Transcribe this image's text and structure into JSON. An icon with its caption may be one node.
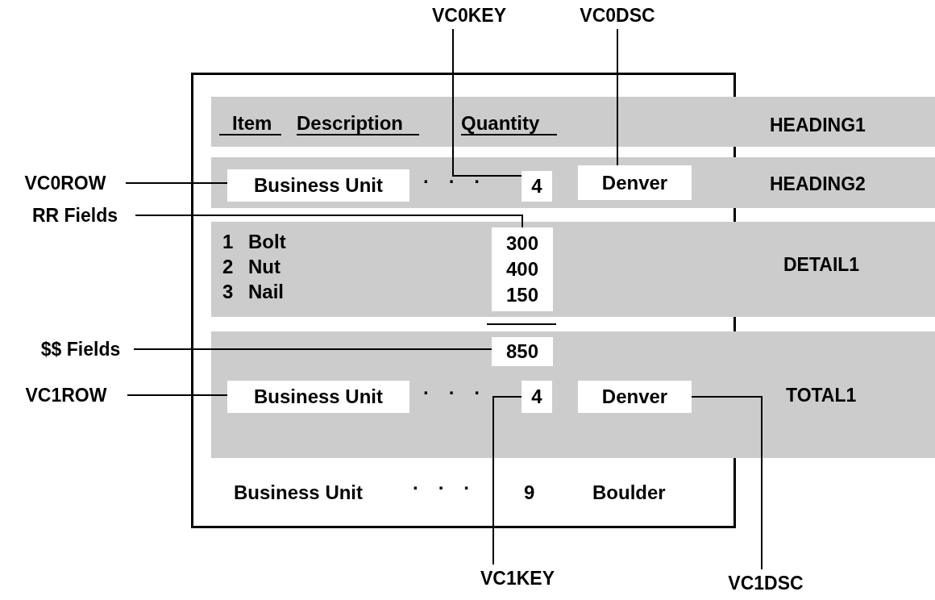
{
  "diagram": {
    "nodes": [
      {
        "text": [
          "VC0KEY"
        ]
      },
      {
        "text": [
          "VC0DSC"
        ]
      },
      {
        "text": [],
        "shape": "box"
      },
      {
        "text": [
          "HEADING1"
        ]
      },
      {
        "text": [
          "HEADING2"
        ]
      },
      {
        "text": [
          "VC0ROW"
        ]
      },
      {
        "text": [
          "Business Unit"
        ]
      },
      {
        "text": [
          "4"
        ]
      },
      {
        "text": [
          "Denver"
        ]
      },
      {
        "text": [
          "RR Fields"
        ]
      },
      {
        "text": [
          "DETAIL1"
        ]
      },
      {
        "text": [
          "300",
          "400",
          "150"
        ]
      },
      {
        "text": [
          "$$ Fields"
        ]
      },
      {
        "text": [
          "TOTAL1"
        ]
      },
      {
        "text": [
          "850"
        ]
      },
      {
        "text": [
          "VC1ROW"
        ]
      },
      {
        "text": [
          "Business Unit"
        ]
      },
      {
        "text": [
          "4"
        ]
      },
      {
        "text": [
          "Denver"
        ]
      },
      {
        "text": [
          "VC1KEY"
        ]
      },
      {
        "text": [
          "VC1DSC"
        ]
      }
    ],
    "edges": [
      {
        "from": 0,
        "to": 7,
        "arrow": "none"
      },
      {
        "from": 1,
        "to": 8,
        "arrow": "none"
      },
      {
        "from": 5,
        "to": 6,
        "arrow": "none"
      },
      {
        "from": 9,
        "to": 11,
        "arrow": "none"
      },
      {
        "from": 12,
        "to": 14,
        "arrow": "none"
      },
      {
        "from": 15,
        "to": 16,
        "arrow": "none"
      },
      {
        "from": 19,
        "to": 17,
        "arrow": "none"
      },
      {
        "from": 20,
        "to": 18,
        "arrow": "none"
      }
    ],
    "labels": [
      "Item",
      "Description",
      "Quantity",
      "· · ·",
      "1",
      "Bolt",
      "2",
      "Nut",
      "3",
      "Nail",
      "· · ·",
      "Business Unit",
      "· · ·",
      "9",
      "Boulder"
    ]
  }
}
